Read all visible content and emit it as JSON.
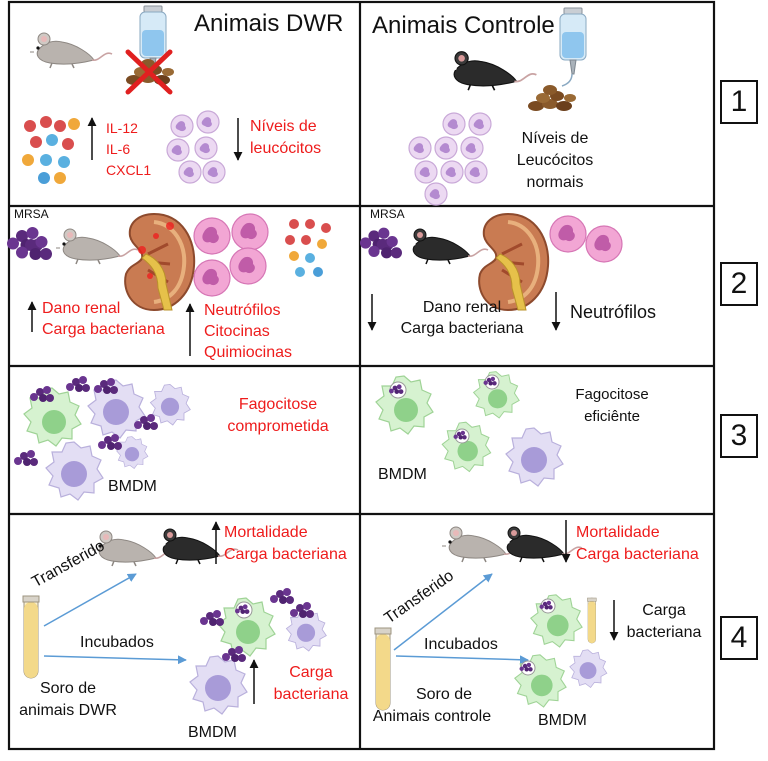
{
  "headers": {
    "dwr": "Animais DWR",
    "control": "Animais Controle"
  },
  "rows": [
    {
      "number": "1",
      "dwr": {
        "cytokines": [
          "IL-12",
          "IL-6",
          "CXCL1"
        ],
        "leukocytes": [
          "Níveis de",
          "leucócitos"
        ]
      },
      "control": {
        "leukocytes": [
          "Níveis de",
          "Leucócitos",
          "normais"
        ]
      }
    },
    {
      "number": "2",
      "dwr": {
        "mrsa": "MRSA",
        "effects": [
          "Dano renal",
          "Carga bacteriana"
        ],
        "immune": [
          "Neutrófilos",
          "Citocinas",
          "Quimiocinas"
        ]
      },
      "control": {
        "mrsa": "MRSA",
        "effects": [
          "Dano renal",
          "Carga bacteriana"
        ],
        "neutrophils": "Neutrófilos"
      }
    },
    {
      "number": "3",
      "dwr": {
        "phagocytosis": [
          "Fagocitose",
          "comprometida"
        ],
        "cells": "BMDM"
      },
      "control": {
        "phagocytosis": [
          "Fagocitose",
          "eficiênte"
        ],
        "cells": "BMDM"
      }
    },
    {
      "number": "4",
      "dwr": {
        "outcome": [
          "Mortalidade",
          "Carga bacteriana"
        ],
        "transfer": "Transferido",
        "incubate": "Incubados",
        "serum": [
          "Soro de",
          "animais DWR"
        ],
        "effect": [
          "Carga",
          "bacteriana"
        ],
        "cells": "BMDM"
      },
      "control": {
        "outcome": [
          "Mortalidade",
          "Carga bacteriana"
        ],
        "transfer": "Transferido",
        "incubate": "Incubados",
        "serum": [
          "Soro de",
          "Animais controle"
        ],
        "effect": [
          "Carga",
          "bacteriana"
        ],
        "cells": "BMDM"
      }
    }
  ],
  "colors": {
    "finding": "#ee1c1c",
    "text": "#111111",
    "arrow": "#5b9bd5",
    "mouse_gray": "#b9b3ae",
    "mouse_black": "#2b2b2b",
    "macrophage_green": "#c9efc4",
    "macrophage_purple": "#d9d4ef",
    "neutrophil_pink": "#f2a6d4",
    "bacteria": "#5a2a7c"
  },
  "icons": [
    "gray-mouse-icon",
    "black-mouse-icon",
    "water-bottle-icon",
    "food-pellets-icon",
    "cross-icon",
    "cytokine-dots-icon",
    "leukocyte-icon",
    "kidney-icon",
    "bacteria-cluster-icon",
    "neutrophil-icon",
    "macrophage-icon",
    "serum-tube-icon"
  ]
}
